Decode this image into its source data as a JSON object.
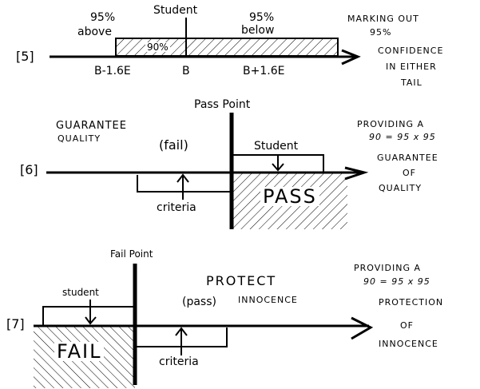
{
  "panels": [
    {
      "id": "5",
      "label": "[5]",
      "top_left": "95%",
      "top_left_sub": "above",
      "top_center": "Student",
      "top_right": "95%",
      "top_right_sub": "below",
      "box_label": "90%",
      "ticks": [
        "B-1.6E",
        "B",
        "B+1.6E"
      ],
      "note_lines": [
        "MARKING OUT",
        "95%",
        "CONFIDENCE",
        "IN EITHER",
        "TAIL"
      ]
    },
    {
      "id": "6",
      "label": "[6]",
      "point_label": "Pass Point",
      "title_lines": [
        "GUARANTEE",
        "QUALITY"
      ],
      "left_region": "(fail)",
      "student_label": "Student",
      "criteria_label": "criteria",
      "zone_label": "PASS",
      "note_lines": [
        "PROVIDING A",
        "90 = 95 x 95",
        "GUARANTEE",
        "OF",
        "QUALITY"
      ]
    },
    {
      "id": "7",
      "label": "[7]",
      "point_label": "Fail Point",
      "title_lines": [
        "PROTECT",
        "INNOCENCE"
      ],
      "right_region": "(pass)",
      "student_label": "student",
      "criteria_label": "criteria",
      "zone_label": "FAIL",
      "note_lines": [
        "PROVIDING A",
        "90 = 95 x 95",
        "PROTECTION",
        "OF",
        "INNOCENCE"
      ]
    }
  ]
}
